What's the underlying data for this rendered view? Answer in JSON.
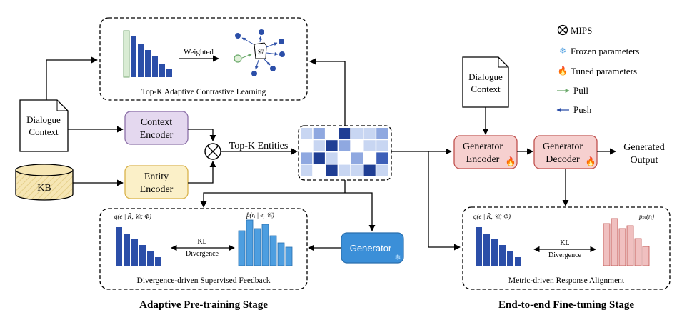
{
  "top_box": {
    "weighted_label": "Weighted",
    "caption": "Top-K Adaptive Contrastive Learning",
    "ci_label": "𝒞ᵢ"
  },
  "legend": {
    "mips": "MIPS",
    "frozen": "Frozen parameters",
    "tuned": "Tuned parameters",
    "pull": "Pull",
    "push": "Push"
  },
  "left": {
    "doc_line1": "Dialogue",
    "doc_line2": "Context",
    "kb": "KB",
    "context_encoder_1": "Context",
    "context_encoder_2": "Encoder",
    "entity_encoder_1": "Entity",
    "entity_encoder_2": "Encoder",
    "topk": "Top-K Entities"
  },
  "right": {
    "doc_line1": "Dialogue",
    "doc_line2": "Context",
    "gen_encoder_1": "Generator",
    "gen_encoder_2": "Encoder",
    "gen_decoder_1": "Generator",
    "gen_decoder_2": "Decoder",
    "output_1": "Generated",
    "output_2": "Output"
  },
  "generator": "Generator",
  "pretrain_box": {
    "q_label": "q(e | K̂, 𝒞ᵢ; Φ)",
    "p_label": "p̂(rᵢ | e, 𝒞ᵢ)",
    "kl1": "KL",
    "kl2": "Divergence",
    "caption": "Divergence-driven Supervised Feedback"
  },
  "finetune_box": {
    "q_label": "q(e | K̂, 𝒞ᵢ; Φ)",
    "p_label": "pₘ(rᵢ)",
    "kl1": "KL",
    "kl2": "Divergence",
    "caption": "Metric-driven Response Alignment"
  },
  "stage_labels": {
    "pretrain": "Adaptive Pre-training Stage",
    "finetune": "End-to-end Fine-tuning Stage"
  },
  "colors": {
    "bar_blue": "#2b4ea8",
    "bar_light": "#4d9ee0",
    "bar_pink": "#f0c0c0",
    "context_encoder": "#e4d8ef",
    "entity_encoder": "#fbf0c8",
    "gen_box": "#f6d0cf",
    "generator": "#3b8fd8"
  }
}
